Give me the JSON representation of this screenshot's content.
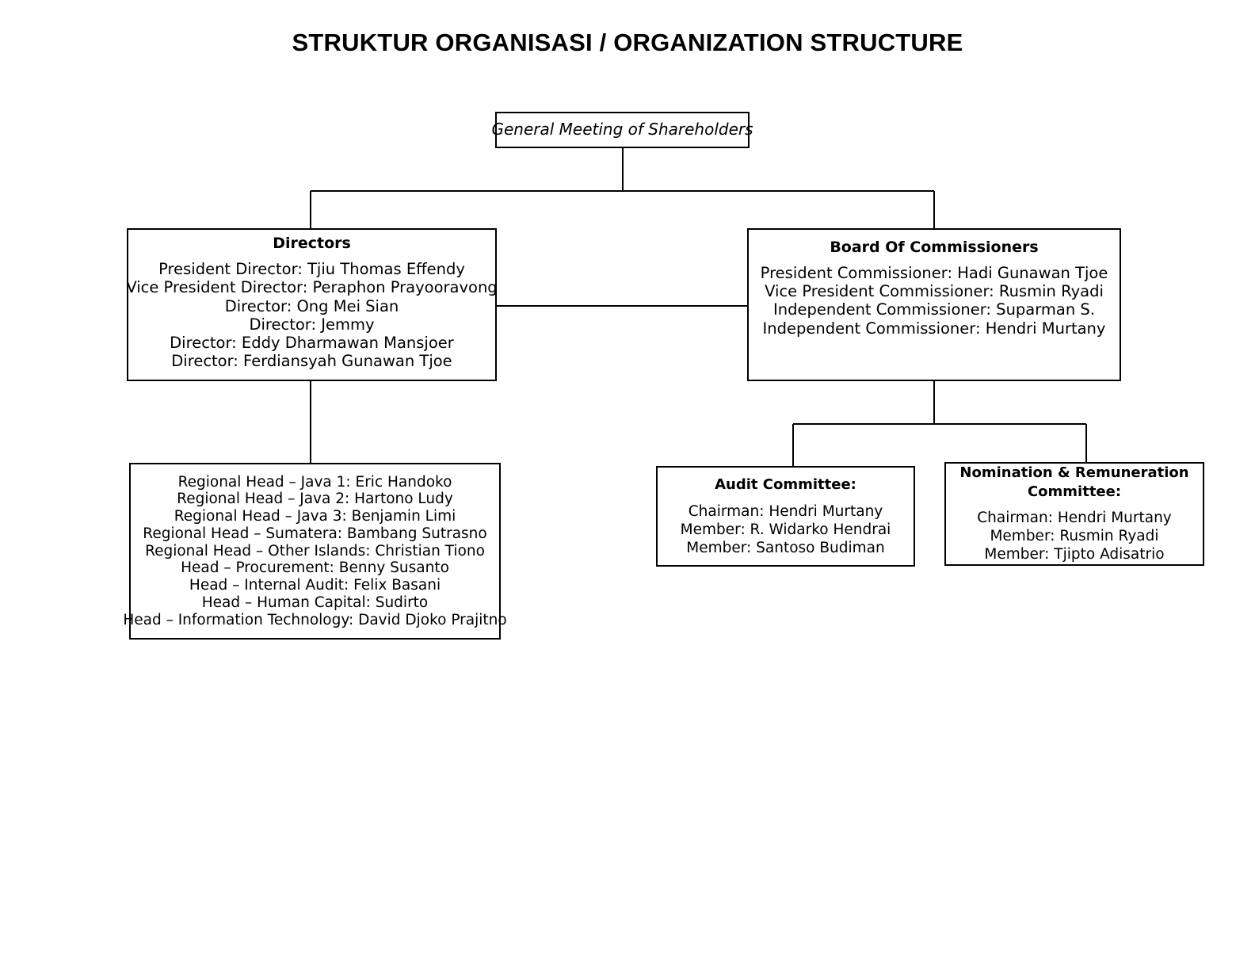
{
  "title": "STRUKTUR ORGANISASI / ORGANIZATION STRUCTURE",
  "chart_data": {
    "type": "diagram",
    "diagram_kind": "organization-chart",
    "title": "STRUKTUR ORGANISASI / ORGANIZATION STRUCTURE",
    "nodes": [
      {
        "id": "gms",
        "heading": "",
        "lines": [
          "General Meeting of Shareholders"
        ],
        "style": "italic"
      },
      {
        "id": "directors",
        "heading": "Directors",
        "lines": [
          "President Director: Tjiu Thomas Effendy",
          "Vice President Director: Peraphon Prayooravong",
          "Director: Ong Mei Sian",
          "Director: Jemmy",
          "Director: Eddy Dharmawan Mansjoer",
          "Director: Ferdiansyah Gunawan Tjoe"
        ]
      },
      {
        "id": "commissioners",
        "heading": "Board Of Commissioners",
        "lines": [
          "President Commissioner: Hadi Gunawan Tjoe",
          "Vice President Commissioner: Rusmin Ryadi",
          "Independent Commissioner: Suparman S.",
          "Independent Commissioner: Hendri Murtany"
        ]
      },
      {
        "id": "heads",
        "heading": "",
        "lines": [
          "Regional Head – Java 1: Eric Handoko",
          "Regional Head – Java 2: Hartono Ludy",
          "Regional Head – Java 3: Benjamin Limi",
          "Regional Head – Sumatera: Bambang Sutrasno",
          "Regional Head – Other Islands: Christian Tiono",
          "Head – Procurement: Benny Susanto",
          "Head – Internal Audit: Felix Basani",
          "Head – Human Capital: Sudirto",
          "Head – Information Technology: David Djoko Prajitno"
        ]
      },
      {
        "id": "audit",
        "heading": "Audit Committee:",
        "lines": [
          "Chairman: Hendri Murtany",
          "Member: R. Widarko Hendrai",
          "Member: Santoso Budiman"
        ]
      },
      {
        "id": "nomination",
        "heading": "Nomination & Remuneration\nCommittee:",
        "lines": [
          "Chairman: Hendri Murtany",
          "Member: Rusmin Ryadi",
          "Member: Tjipto Adisatrio"
        ]
      }
    ],
    "edges": [
      {
        "from": "gms",
        "to": "directors",
        "type": "elbow"
      },
      {
        "from": "gms",
        "to": "commissioners",
        "type": "elbow"
      },
      {
        "from": "directors",
        "to": "commissioners",
        "type": "horizontal"
      },
      {
        "from": "directors",
        "to": "heads",
        "type": "vertical"
      },
      {
        "from": "commissioners",
        "to": "audit",
        "type": "elbow"
      },
      {
        "from": "commissioners",
        "to": "nomination",
        "type": "elbow"
      }
    ],
    "colors": {
      "background": "#ffffff",
      "border": "#000000",
      "text": "#000000",
      "connector": "#000000"
    }
  }
}
